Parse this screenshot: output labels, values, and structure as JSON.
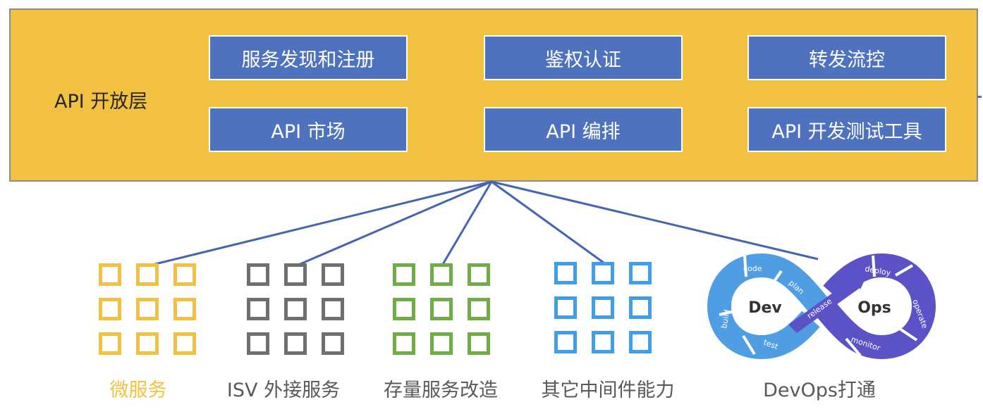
{
  "api_layer": {
    "title": "API 开放层",
    "features": [
      "服务发现和注册",
      "鉴权认证",
      "转发流控",
      "API 市场",
      "API 编排",
      "API 开发测试工具"
    ]
  },
  "sources": [
    {
      "caption": "微服务",
      "color": "#f3c142"
    },
    {
      "caption": "ISV 外接服务",
      "color": "#6f6f6f"
    },
    {
      "caption": "存量服务改造",
      "color": "#70ad47"
    },
    {
      "caption": "其它中间件能力",
      "color": "#3f9ee6"
    },
    {
      "caption": "DevOps打通",
      "color": "#595959"
    }
  ],
  "devops": {
    "dev": "Dev",
    "ops": "Ops",
    "stages": [
      "code",
      "plan",
      "build",
      "test",
      "release",
      "deploy",
      "operate",
      "monitor"
    ]
  },
  "colors": {
    "accent": "#f3c142",
    "box": "#4e72be",
    "link": "#4565b4",
    "devops_light": "#4f9de2",
    "devops_dark": "#5b52c8"
  }
}
